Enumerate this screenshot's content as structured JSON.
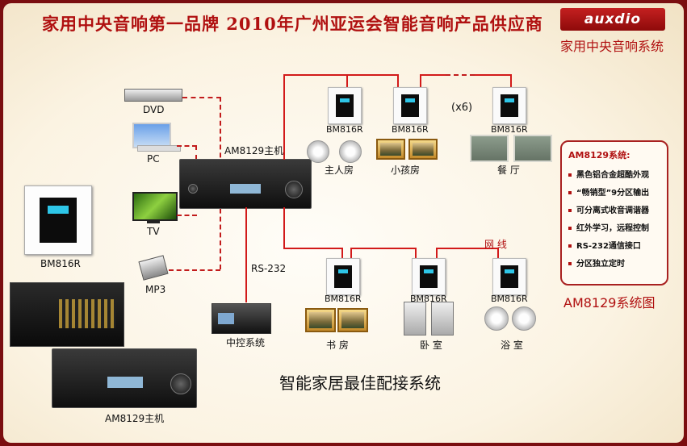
{
  "header": {
    "slogan": "家用中央音响第一品牌    2010年广州亚运会智能音响产品供应商",
    "brand_logo": "auxdio",
    "brand_subtitle": "家用中央音响系统"
  },
  "sources": {
    "dvd": "DVD",
    "pc": "PC",
    "tv": "TV",
    "mp3": "MP3"
  },
  "host_label": "AM8129主机",
  "rs232_label": "RS-232",
  "central_control_label": "中控系统",
  "network_label": "网 线",
  "repeat_label": "(x6)",
  "panel_model": "BM816R",
  "rooms": {
    "master": "主人房",
    "kids": "小孩房",
    "dining": "餐 厅",
    "study": "书 房",
    "bedroom": "卧 室",
    "bathroom": "浴 室"
  },
  "left_product": {
    "panel_label": "BM816R",
    "host_label": "AM8129主机"
  },
  "infobox": {
    "title": "AM8129系统:",
    "features": [
      "黑色铝合金超酷外观",
      "“畅销型”9分区输出",
      "可分离式收音调谐器",
      "红外学习，远程控制",
      "RS-232通信接口",
      "分区独立定时"
    ]
  },
  "system_name": "AM8129系统图",
  "headline": "智能家居最佳配接系统",
  "colors": {
    "accent": "#b01010",
    "wire": "#d21a1a",
    "border": "#7a0e10"
  }
}
